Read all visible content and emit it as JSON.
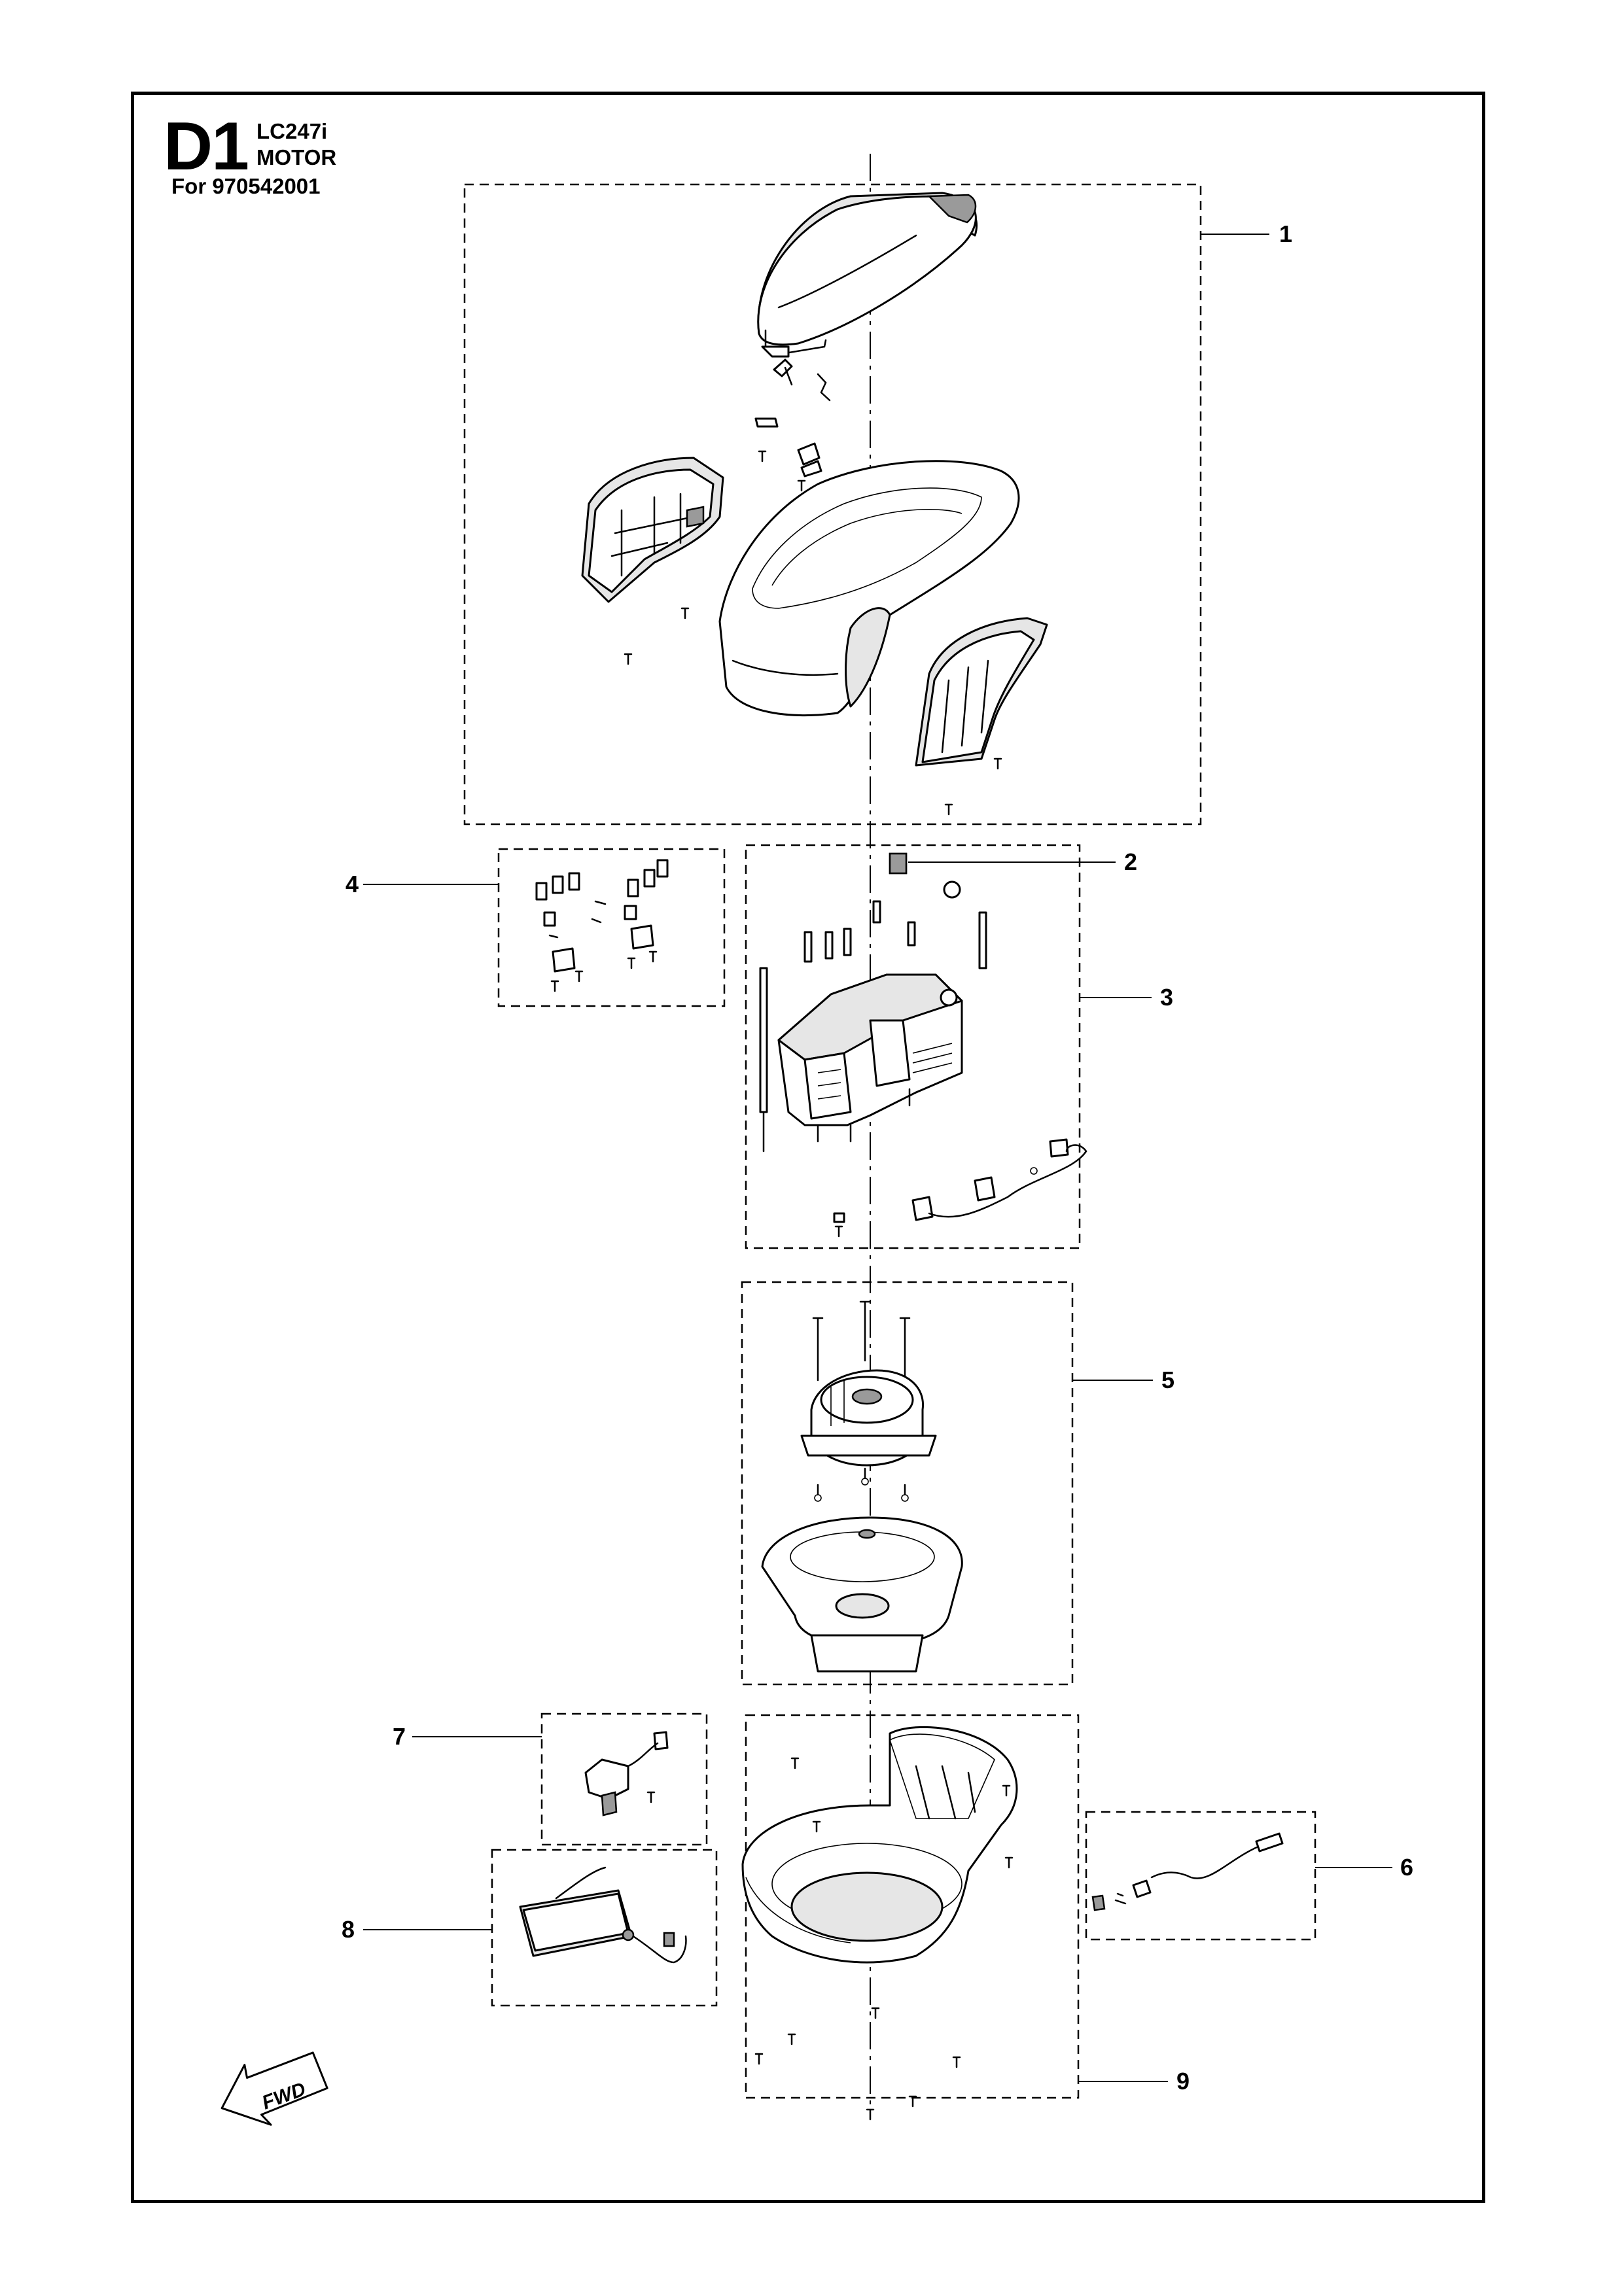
{
  "header": {
    "diagram_code": "D1",
    "model": "LC247i",
    "title": "MOTOR",
    "for_label": "For 970542001"
  },
  "callouts": [
    "1",
    "2",
    "3",
    "4",
    "5",
    "6",
    "7",
    "8",
    "9"
  ],
  "direction_marker": "FWD",
  "icons": [
    "fwd-arrow-icon"
  ]
}
